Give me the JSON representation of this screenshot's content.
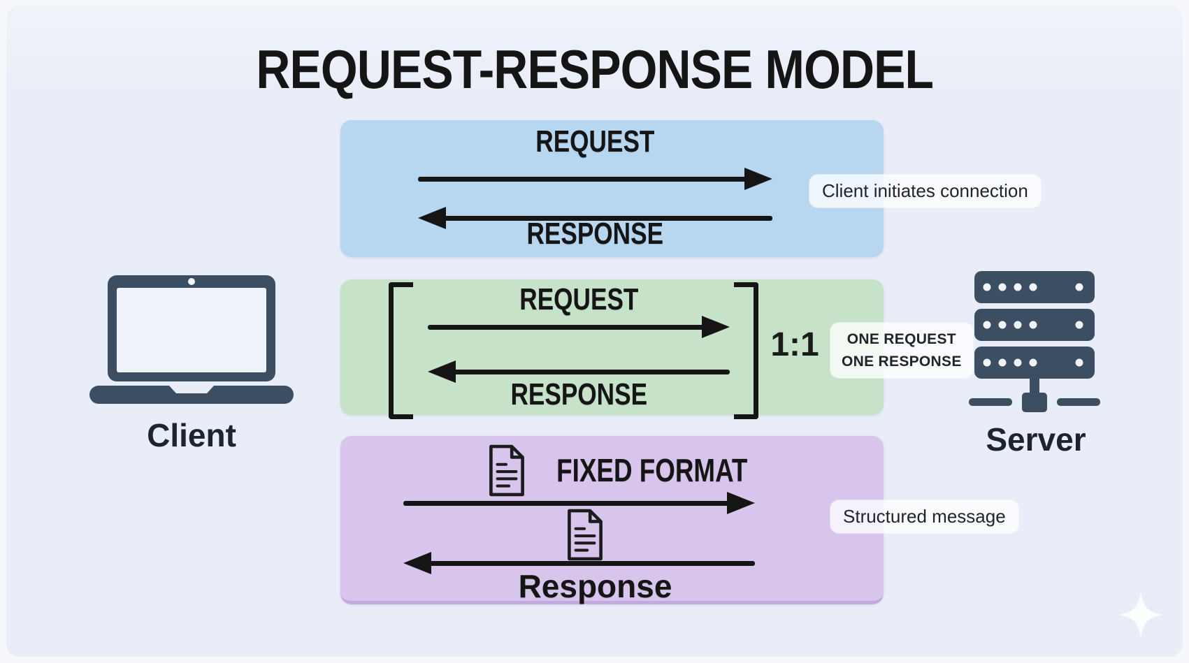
{
  "title": "REQUEST-RESPONSE MODEL",
  "client": {
    "label": "Client"
  },
  "server": {
    "label": "Server"
  },
  "panels": {
    "exchange": {
      "request_label": "REQUEST",
      "response_label": "RESPONSE",
      "note": "Client initiates connection"
    },
    "ratio": {
      "request_label": "REQUEST",
      "response_label": "RESPONSE",
      "ratio_label": "1:1",
      "note_line1": "ONE REQUEST",
      "note_line2": "ONE RESPONSE"
    },
    "format": {
      "request_label": "FIXED FORMAT",
      "response_label": "Response",
      "note": "Structured message"
    }
  },
  "icons": {
    "client": "laptop-icon",
    "server": "server-rack-icon",
    "request_document": "document-icon",
    "response_document": "document-icon",
    "decoration": "sparkle-icon"
  },
  "colors": {
    "background": "#f6f8fc",
    "card": "#e8edf7",
    "ink": "#151515",
    "device": "#3c4e62",
    "panel_exchange": "#b6d7ef",
    "panel_ratio": "#c6e3ca",
    "panel_format": "#d7c5ec",
    "panel_format_edge": "#c3a9e0",
    "badge": "rgba(255,255,255,0.78)"
  }
}
